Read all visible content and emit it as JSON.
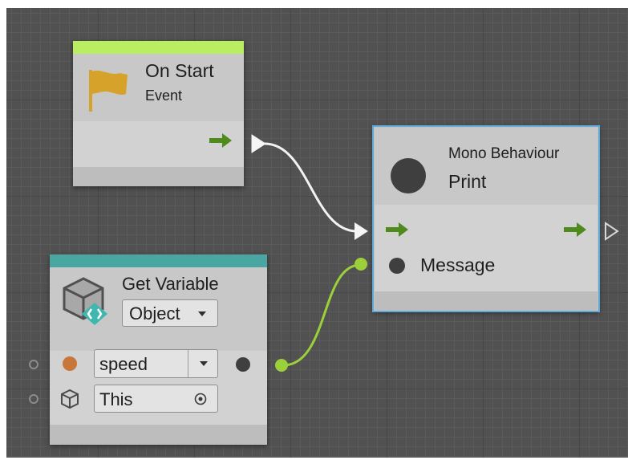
{
  "nodes": {
    "on_start": {
      "title": "On Start",
      "subtitle": "Event",
      "icon": "flag-icon",
      "accent_color": "#b9ed62"
    },
    "print": {
      "category": "Mono Behaviour",
      "title": "Print",
      "icon": "circle-icon",
      "selection_color": "#5fa8d8",
      "message_label": "Message"
    },
    "get_variable": {
      "title": "Get Variable",
      "icon": "cube-variable-icon",
      "accent_color": "#4aa6a0",
      "kind": "Object",
      "variable_name": "speed",
      "target": "This"
    }
  },
  "connections": [
    {
      "from": "on_start.control_out",
      "to": "print.control_in",
      "color": "#f2f2f2"
    },
    {
      "from": "get_variable.value_out",
      "to": "print.message_in",
      "color": "#9bd03b"
    }
  ],
  "colors": {
    "control_arrow": "#4e8a1c",
    "value_port_orange": "#c8773a",
    "value_port_dark": "#3f3f3f",
    "data_port_green": "#9bd03b"
  }
}
